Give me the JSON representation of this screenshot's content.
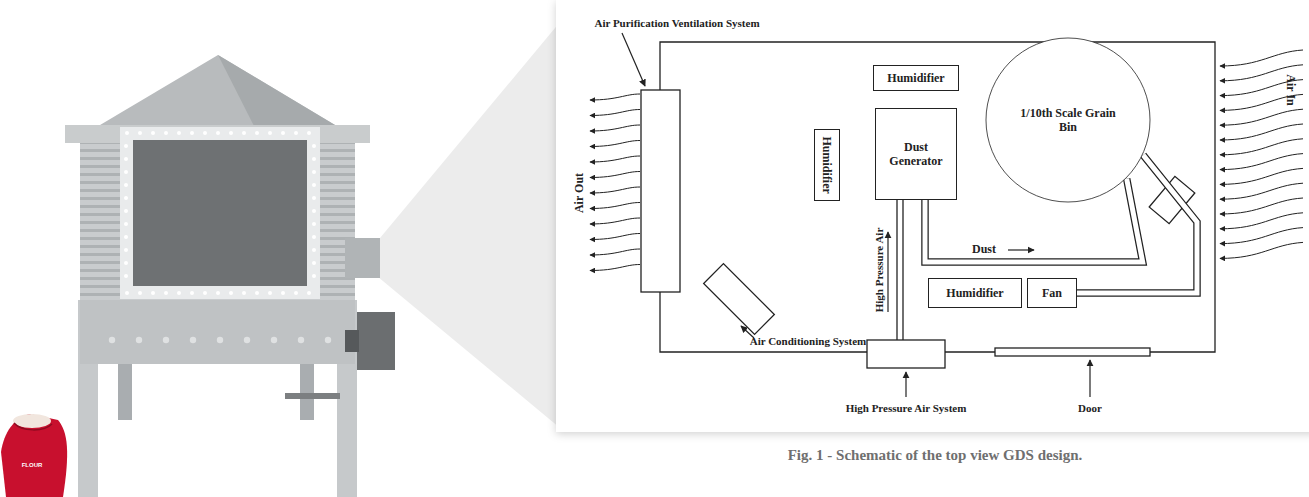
{
  "diagram": {
    "caption": "Fig. 1 - Schematic of the top view GDS design.",
    "nodes": [
      {
        "text": [
          "Humidifier"
        ]
      },
      {
        "text": [
          "Dust Generator"
        ]
      },
      {
        "text": [
          "1/10th Scale Grain Bin"
        ]
      },
      {
        "text": [
          "Humidifier"
        ]
      },
      {
        "text": [
          "Humidifier"
        ]
      },
      {
        "text": [
          "Fan"
        ]
      }
    ],
    "edges": [
      {
        "from": 1,
        "to": 2,
        "arrow": "none",
        "label": "Dust"
      },
      {
        "from": 5,
        "to": 2,
        "arrow": "none"
      }
    ],
    "labels": [
      "Air Purification Ventilation System",
      "Air Out",
      "Air In",
      "Air Conditioning System",
      "High Pressure Air System",
      "High Pressure Air",
      "Door",
      "FLOUR"
    ]
  }
}
